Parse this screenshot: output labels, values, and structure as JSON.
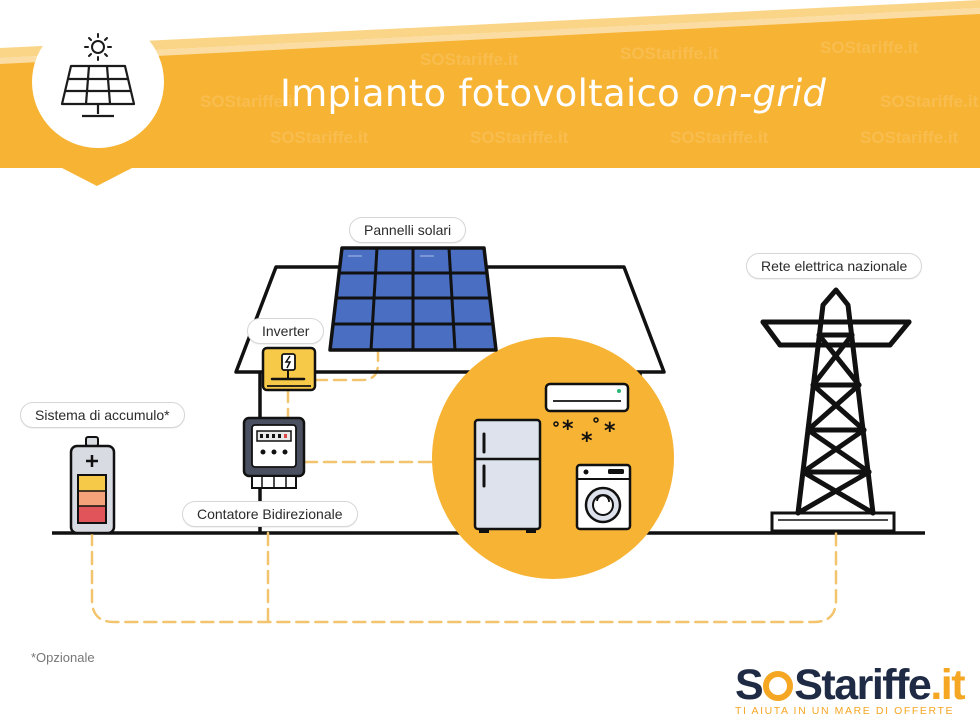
{
  "header": {
    "title_main": "Impianto fotovoltaico ",
    "title_italic": "on-grid",
    "watermark": "SOStariffe.it"
  },
  "labels": {
    "solar_panels": "Pannelli solari",
    "inverter": "Inverter",
    "storage": "Sistema di accumulo*",
    "meter": "Contatore Bidirezionale",
    "grid": "Rete elettrica nazionale"
  },
  "footnote": "*Opzionale",
  "logo": {
    "part_s": "S",
    "part_s2": "S",
    "part_tariffe": "tariffe",
    "part_it": ".it",
    "tagline": "TI AIUTA IN UN MARE DI OFFERTE"
  },
  "icons": [
    "sun-icon",
    "solar-panel-icon",
    "house-outline",
    "inverter-icon",
    "battery-icon",
    "electric-meter-icon",
    "refrigerator-icon",
    "air-conditioner-icon",
    "washing-machine-icon",
    "power-tower-icon"
  ],
  "colors": {
    "banner": "#f7b333",
    "accent": "#f5a623",
    "dark": "#1f2a44",
    "panel": "#4a6fc2",
    "outline": "#111111",
    "wire": "#f2c46d"
  }
}
